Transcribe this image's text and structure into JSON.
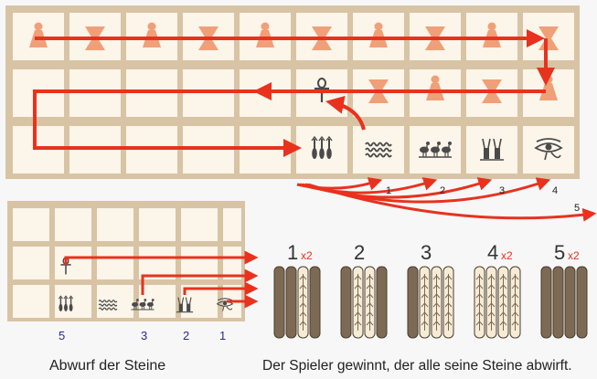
{
  "captions": {
    "left": "Abwurf der Steine",
    "right": "Der Spieler gewinnt, der alle seine Steine abwirft."
  },
  "throw_labels": [
    "1",
    "2",
    "3",
    "4",
    "5"
  ],
  "small_board_numbers": [
    "5",
    "3",
    "2",
    "1"
  ],
  "stick_groups": [
    {
      "number": "1",
      "multiplier": "x2",
      "white_sides": 1
    },
    {
      "number": "2",
      "multiplier": "",
      "white_sides": 2
    },
    {
      "number": "3",
      "multiplier": "",
      "white_sides": 3
    },
    {
      "number": "4",
      "multiplier": "x2",
      "white_sides": 4
    },
    {
      "number": "5",
      "multiplier": "x2",
      "white_sides": 0
    }
  ],
  "colors": {
    "board_frame": "#d8c4a4",
    "square": "#fbf5ea",
    "piece": "#f0a078",
    "arrow": "#e8321e",
    "glyph": "#4a4a4a",
    "number_blue": "#2a2a8c",
    "multiplier_red": "#e8321e",
    "stick_dark": "#7d6a55",
    "stick_light": "#f6ecd6"
  },
  "icons": {
    "ankh": "ankh-icon",
    "three_truths": "three-truths-icon",
    "water": "water-icon",
    "three_birds": "three-birds-icon",
    "two_figures": "two-figures-icon",
    "eye_of_horus": "eye-of-horus-icon"
  }
}
